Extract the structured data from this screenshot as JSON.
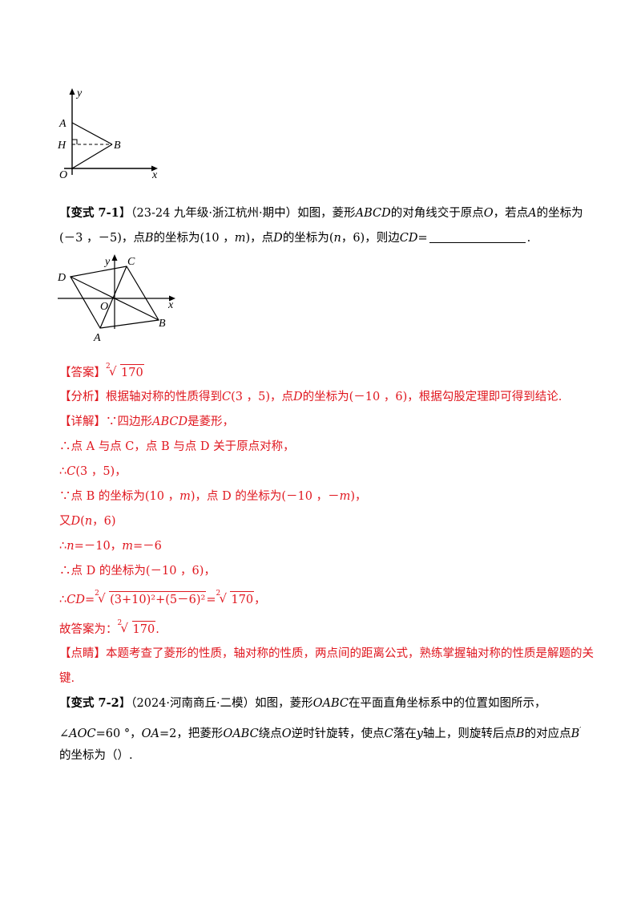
{
  "fig1": {
    "y_label": "y",
    "x_label": "x",
    "A": "A",
    "H": "H",
    "B": "B",
    "O": "O"
  },
  "v71": {
    "tag_open": "【",
    "tag_label": "变式 7-1",
    "tag_close": "】",
    "source": "（23-24 九年级·浙江杭州·期中）",
    "l1_a": "如图，菱形",
    "l1_abcd": "ABCD",
    "l1_b": "的对角线交于原点",
    "l1_o": "O",
    "l1_c": "，若点",
    "l1_A": "A",
    "l1_d": "的坐标为",
    "l2_coordA": "(－3 ，－5)",
    "l2_a": "，点",
    "l2_B": "B",
    "l2_b": "的坐标为",
    "l2_coordB": "(10 ，",
    "l2_m": "m",
    "l2_coordB2": ")",
    "l2_c": "，点",
    "l2_D": "D",
    "l2_d": "的坐标为",
    "l2_coordD": "(",
    "l2_n": "n",
    "l2_coordD2": "，6)",
    "l2_e": "，则边",
    "l2_CD": "CD",
    "l2_eq": "=",
    "l2_end": "."
  },
  "fig2": {
    "y_label": "y",
    "x_label": "x",
    "C": "C",
    "D": "D",
    "O": "O",
    "B": "B",
    "A": "A"
  },
  "answer": {
    "label": "【答案】",
    "idx": "2",
    "value": "170"
  },
  "analysis": {
    "label": "【分析】",
    "a": "根据轴对称的性质得到",
    "C": "C",
    "coordC": "(3 ，5)",
    "b": "，点",
    "D": "D",
    "c": "的坐标为",
    "coordD": "(－10 ，6)",
    "d": "，根据勾股定理即可得到结论."
  },
  "detail": {
    "label": "【详解】",
    "l1_a": "∵四边形",
    "l1_abcd": "ABCD",
    "l1_b": "是菱形，",
    "l2": "∴点 A 与点 C，点 B 与点 D 关于原点对称，",
    "l3_a": "∴",
    "l3_C": "C",
    "l3_b": "(3 ，5)",
    "l3_c": "，",
    "l4_a": "∵点 B 的坐标为",
    "l4_b": "(10 ，",
    "l4_m": "m",
    "l4_c": ")",
    "l4_d": "，点 D 的坐标为",
    "l4_e": "(－10 ，－",
    "l4_m2": "m",
    "l4_f": ")",
    "l4_g": "，",
    "l5_a": "又",
    "l5_D": "D",
    "l5_b": "(",
    "l5_n": "n",
    "l5_c": "，6)",
    "l6_a": "∴",
    "l6_n": "n",
    "l6_b": "=－10，",
    "l6_m": "m",
    "l6_c": "=－6",
    "l7": "∴点 D 的坐标为(－10 ，6)，",
    "l8_a": "∴",
    "l8_CD": "CD",
    "l8_eq": "=",
    "l8_idx": "2",
    "l8_body": "(3+10)²+(5－6)²",
    "l8_eq2": "=",
    "l8_idx2": "2",
    "l8_val": "170",
    "l8_end": "，",
    "final_a": "故答案为：",
    "final_idx": "2",
    "final_val": "170",
    "final_end": "."
  },
  "comment": {
    "label": "【点睛】",
    "l1": "本题考查了菱形的性质，轴对称的性质，两点间的距离公式，熟练掌握轴对称的性质是解题的关",
    "l2": "键."
  },
  "v72": {
    "tag_open": "【",
    "tag_label": "变式 7-2",
    "tag_close": "】",
    "source": "（2024·河南商丘·二模）",
    "l1_a": "如图，菱形",
    "l1_oabc": "OABC",
    "l1_b": "在平面直角坐标系中的位置如图所示，",
    "l2_ang": "∠",
    "l2_aoc": "AOC",
    "l2_a": "=60 °，",
    "l2_oa": "OA",
    "l2_b": "=2，把菱形",
    "l2_oabc": "OABC",
    "l2_c": "绕点",
    "l2_O": "O",
    "l2_d": "逆时针旋转，使点",
    "l2_C": "C",
    "l2_e": "落在",
    "l2_y": "y",
    "l2_f": "轴上，则旋转后点",
    "l2_B": "B",
    "l2_g": "的对应点",
    "l2_Bp": "B",
    "l2_prime": "′",
    "l3": "的坐标为（）."
  }
}
